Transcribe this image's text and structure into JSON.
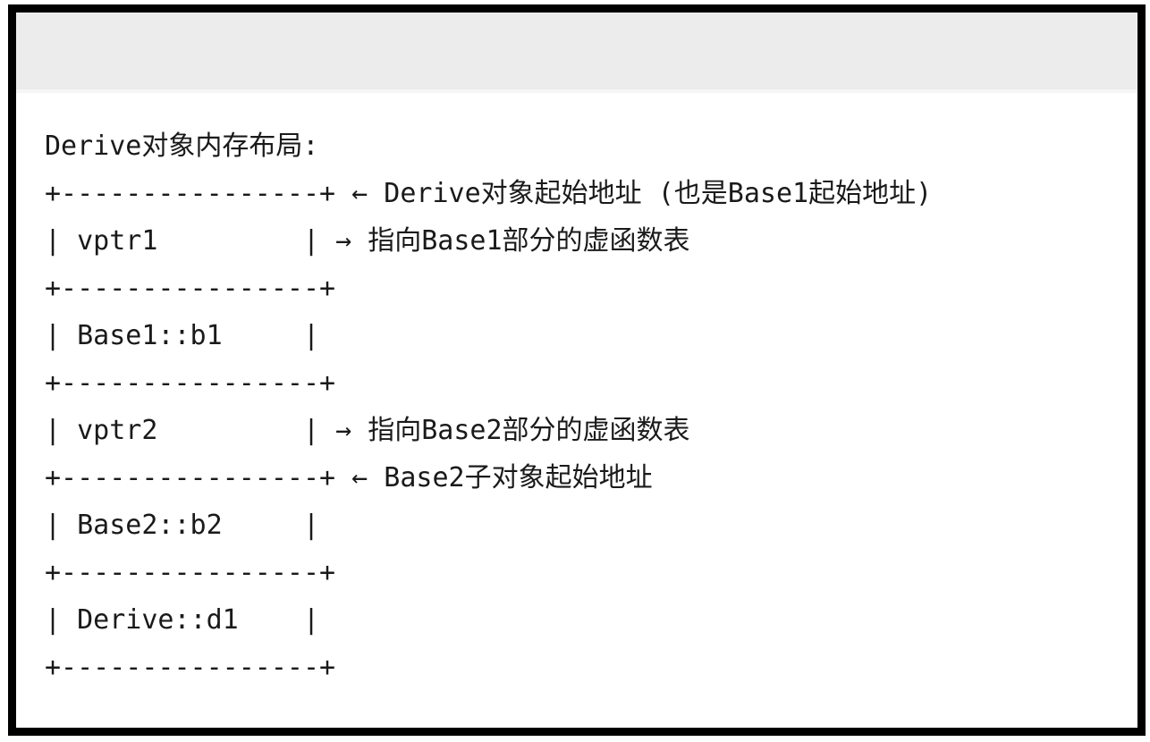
{
  "colors": {
    "page-bg": "#ffffff",
    "frame-border": "#000000",
    "header-bg": "#ececec",
    "header-edge": "#f6f6f6",
    "content-bg": "#ffffff",
    "code-text": "#1a1a1a"
  },
  "code_block": {
    "title_line": "Derive对象内存布局:",
    "lines": [
      "Derive对象内存布局:",
      "+----------------+ ← Derive对象起始地址 (也是Base1起始地址)",
      "| vptr1         | → 指向Base1部分的虚函数表",
      "+----------------+",
      "| Base1::b1     |",
      "+----------------+",
      "| vptr2         | → 指向Base2部分的虚函数表",
      "+----------------+ ← Base2子对象起始地址",
      "| Base2::b2     |",
      "+----------------+",
      "| Derive::d1    |",
      "+----------------+"
    ],
    "memory_cells": [
      {
        "field": "vptr1",
        "note": "指向Base1部分的虚函数表"
      },
      {
        "field": "Base1::b1",
        "note": ""
      },
      {
        "field": "vptr2",
        "note": "指向Base2部分的虚函数表"
      },
      {
        "field": "Base2::b2",
        "note": ""
      },
      {
        "field": "Derive::d1",
        "note": ""
      }
    ],
    "address_annotations": [
      "Derive对象起始地址 (也是Base1起始地址)",
      "Base2子对象起始地址"
    ],
    "arrow_left_icon": "←",
    "arrow_right_icon": "→"
  }
}
